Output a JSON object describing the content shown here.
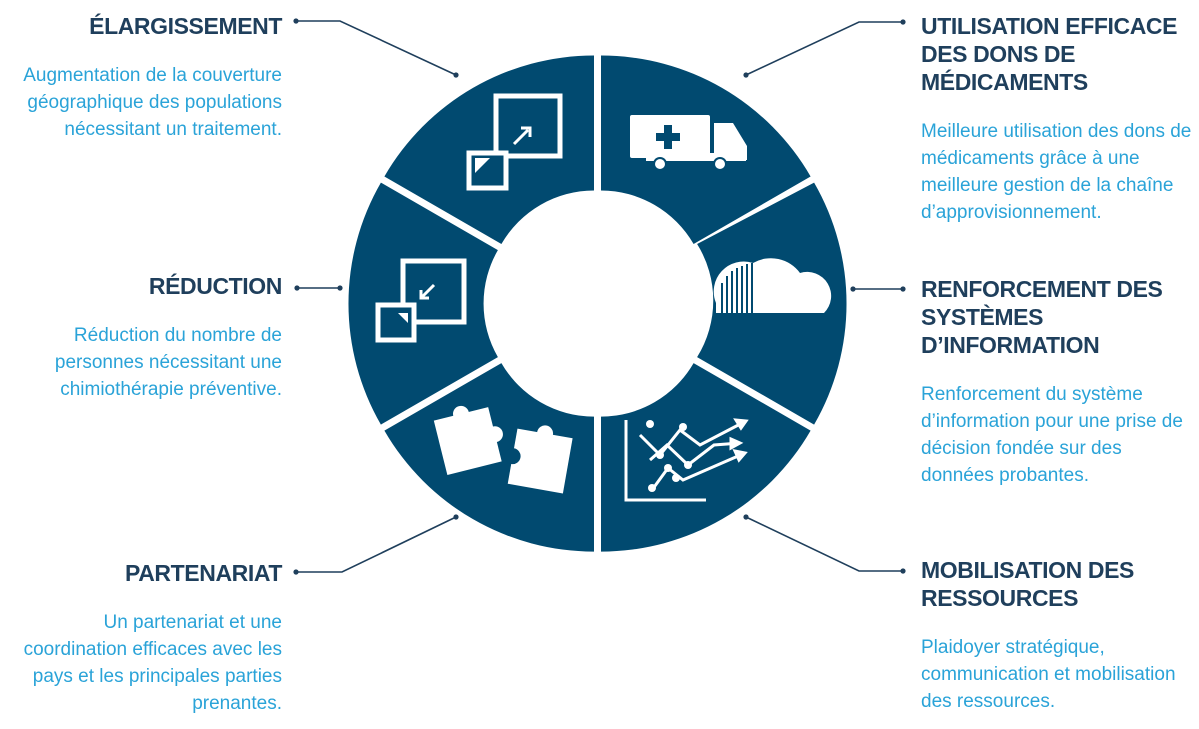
{
  "colors": {
    "ring": "#014a70",
    "title": "#1f3f5c",
    "description": "#2aa3d8",
    "connector": "#1f3f5c",
    "icon": "#ffffff"
  },
  "segments": [
    {
      "id": "elargissement",
      "title": "ÉLARGISSEMENT",
      "description": "Augmentation de la couverture géographique des populations nécessitant un traitement.",
      "icon": "expand-arrows-icon"
    },
    {
      "id": "utilisation",
      "title": "UTILISATION EFFICACE DES DONS DE MÉDICAMENTS",
      "description": "Meilleure utilisation des dons de médicaments grâce à une meilleure gestion de la chaîne d’approvisionnement.",
      "icon": "ambulance-truck-icon"
    },
    {
      "id": "renforcement",
      "title": "RENFORCEMENT DES SYSTÈMES D’INFORMATION",
      "description": "Renforcement du système d’information pour une prise de décision fondée sur des données probantes.",
      "icon": "cloud-icon"
    },
    {
      "id": "mobilisation",
      "title": "MOBILISATION DES RESSOURCES",
      "description": "Plaidoyer stratégique, communication et mobilisation des ressources.",
      "icon": "money-chart-icon"
    },
    {
      "id": "partenariat",
      "title": "PARTENARIAT",
      "description": "Un partenariat et une coordination efficaces avec les pays et les principales parties prenantes.",
      "icon": "puzzle-icon"
    },
    {
      "id": "reduction",
      "title": "RÉDUCTION",
      "description": "Réduction du nombre de personnes nécessitant une chimiothérapie préventive.",
      "icon": "shrink-arrows-icon"
    }
  ]
}
